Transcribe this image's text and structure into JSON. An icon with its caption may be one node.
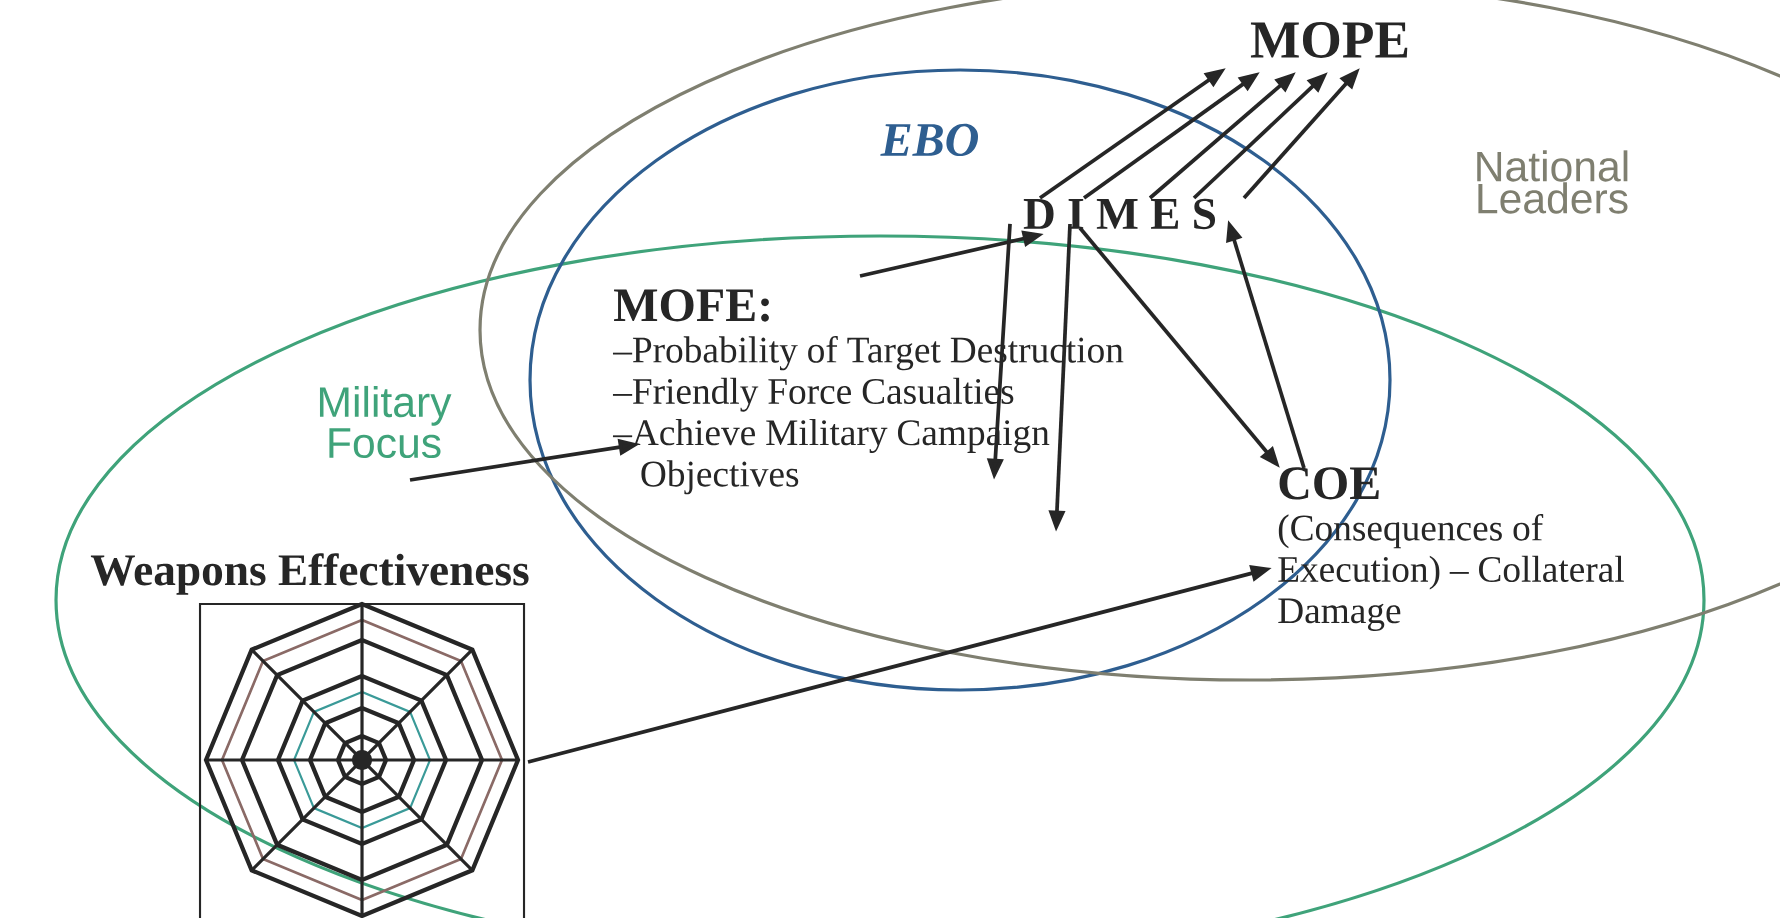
{
  "diagram": {
    "nodes": [
      {
        "text": [
          "Military Focus"
        ]
      },
      {
        "text": [
          "EBO"
        ]
      },
      {
        "text": [
          "National Leaders"
        ]
      },
      {
        "text": [
          "MOPE"
        ]
      },
      {
        "text": [
          "D I M E S"
        ]
      },
      {
        "text": [
          "MOFE:",
          "–Probability of Target Destruction",
          "–Friendly Force Casualties",
          "–Achieve Military Campaign Objectives"
        ]
      },
      {
        "text": [
          "COE",
          "(Consequences of Execution) – Collateral Damage"
        ]
      },
      {
        "text": [
          "Weapons Effectiveness"
        ]
      },
      {
        "text": [],
        "shape": "picture"
      }
    ],
    "edges": [
      {
        "from": 0,
        "to": 5,
        "arrow": "to"
      },
      {
        "from": 8,
        "to": 6,
        "arrow": "to"
      },
      {
        "from": 5,
        "to": 4,
        "arrow": "to"
      },
      {
        "from": 4,
        "to": 5,
        "arrow": "to"
      },
      {
        "from": 4,
        "to": 5,
        "arrow": "to"
      },
      {
        "from": 4,
        "to": 6,
        "arrow": "to"
      },
      {
        "from": 6,
        "to": 4,
        "arrow": "to"
      },
      {
        "from": 4,
        "to": 3,
        "arrow": "to"
      },
      {
        "from": 4,
        "to": 3,
        "arrow": "to"
      },
      {
        "from": 4,
        "to": 3,
        "arrow": "to"
      },
      {
        "from": 4,
        "to": 3,
        "arrow": "to"
      },
      {
        "from": 4,
        "to": 3,
        "arrow": "to"
      }
    ]
  }
}
